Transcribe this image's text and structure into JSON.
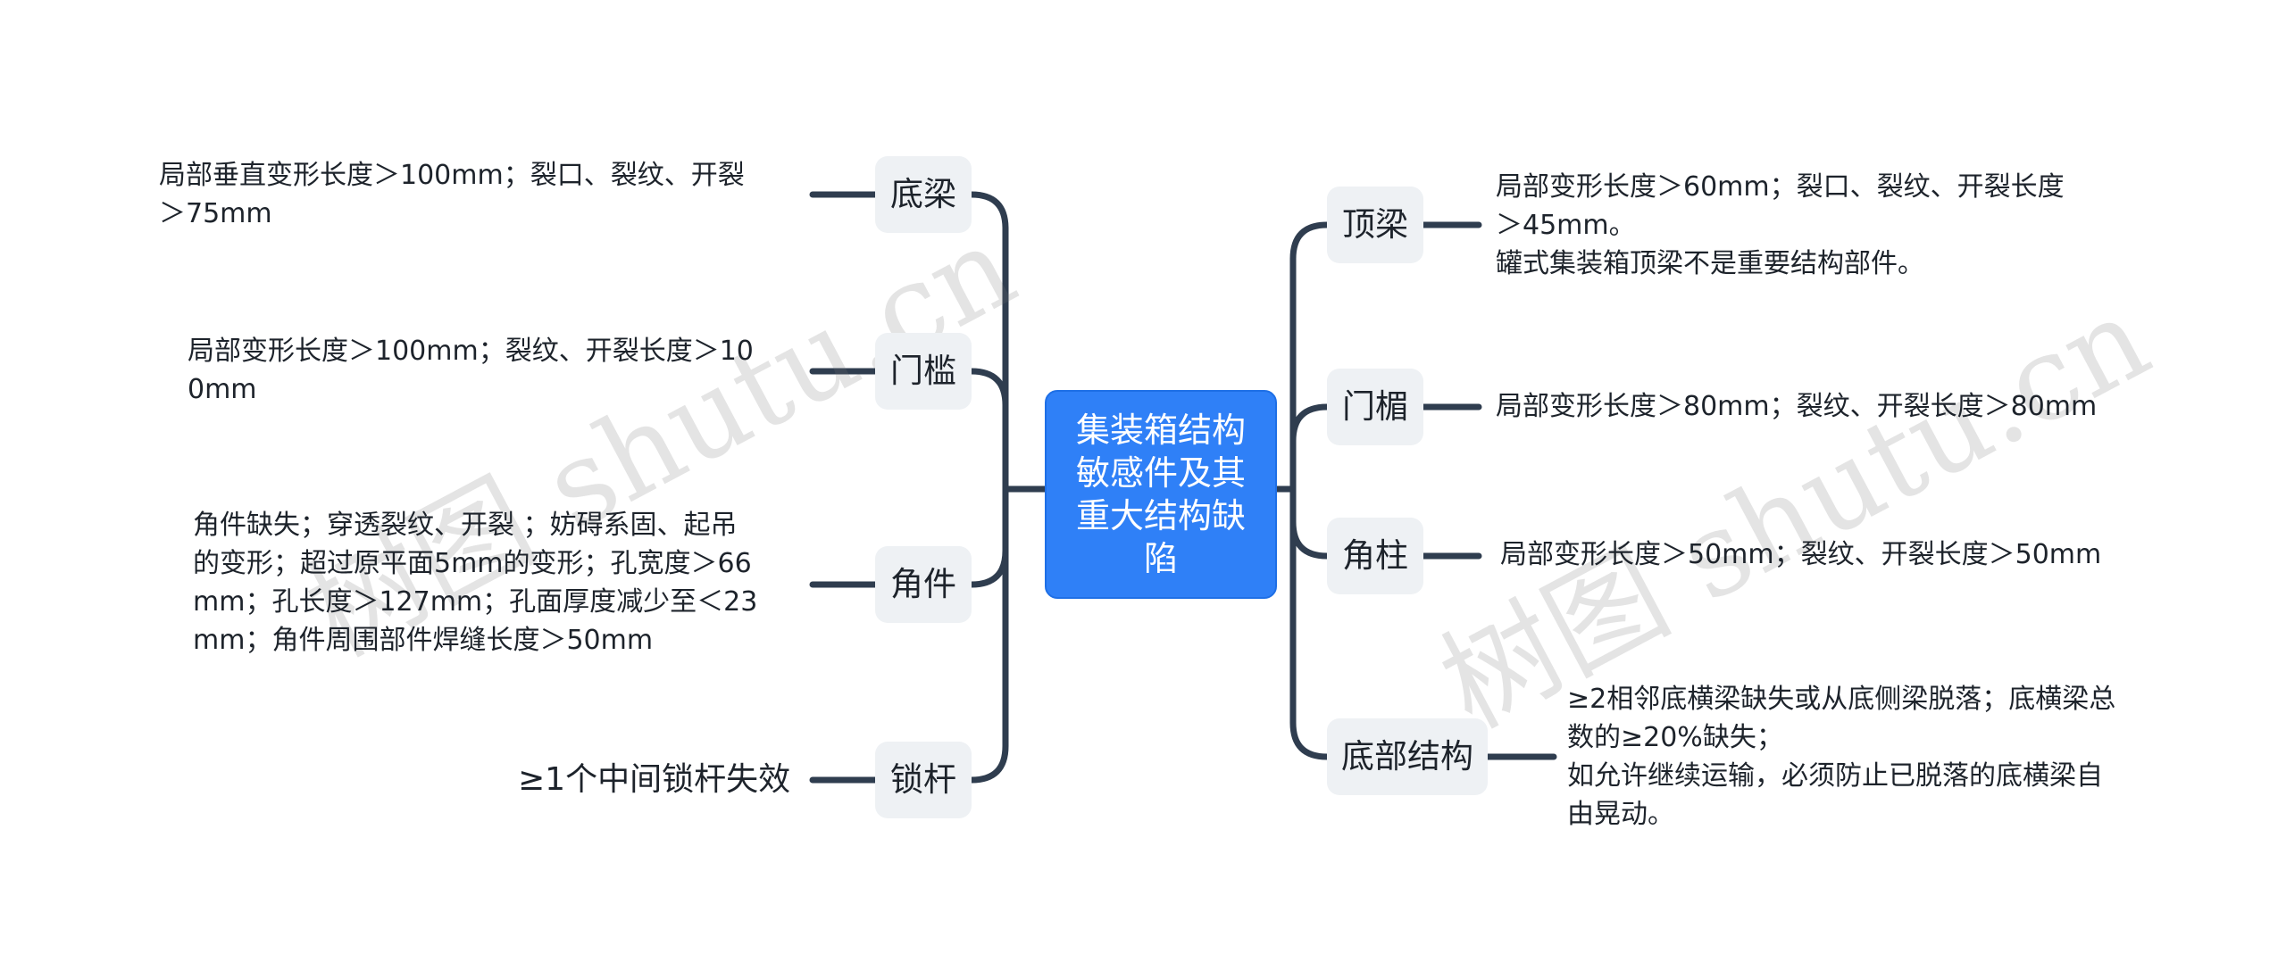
{
  "root": {
    "label": "集装箱结构敏感件及其重大结构缺陷"
  },
  "left_branches": [
    {
      "label": "底梁",
      "detail": [
        "局部垂直变形长度＞100mm；裂口、裂纹、开裂",
        "＞75mm"
      ]
    },
    {
      "label": "门槛",
      "detail": [
        "局部变形长度＞100mm；裂纹、开裂长度＞10",
        "0mm"
      ]
    },
    {
      "label": "角件",
      "detail": [
        "角件缺失；穿透裂纹、开裂 ；妨碍系固、起吊",
        "的变形；超过原平面5mm的变形；孔宽度＞66",
        "mm；孔长度＞127mm；孔面厚度减少至＜23",
        "mm；角件周围部件焊缝长度＞50mm"
      ]
    },
    {
      "label": "锁杆",
      "detail": [
        "≥1个中间锁杆失效"
      ]
    }
  ],
  "right_branches": [
    {
      "label": "顶梁",
      "detail": [
        "局部变形长度＞60mm；裂口、裂纹、开裂长度",
        "＞45mm。",
        "罐式集装箱顶梁不是重要结构部件。"
      ]
    },
    {
      "label": "门楣",
      "detail": [
        "局部变形长度＞80mm；裂纹、开裂长度＞80mm"
      ]
    },
    {
      "label": "角柱",
      "detail": [
        "局部变形长度＞50mm；裂纹、开裂长度＞50mm"
      ]
    },
    {
      "label": "底部结构",
      "detail": [
        "≥2相邻底横梁缺失或从底侧梁脱落；底横梁总",
        "数的≥20%缺失；",
        "如允许继续运输，必须防止已脱落的底横梁自",
        "由晃动。"
      ]
    }
  ],
  "watermarks": [
    "树图 shutu.cn",
    "树图 shutu.cn"
  ],
  "colors": {
    "root_fill": "#2f80f7",
    "branch_fill": "#eef1f4",
    "connector": "#2f3d4f",
    "text": "#1d232b"
  }
}
